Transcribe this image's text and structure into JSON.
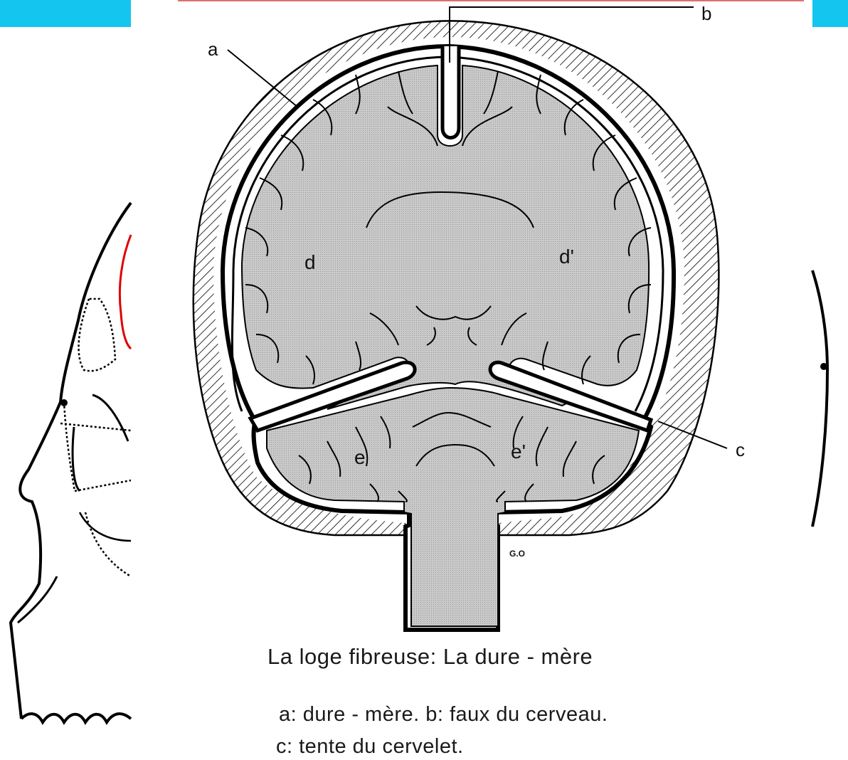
{
  "diagram": {
    "labels": {
      "a": "a",
      "b": "b",
      "c": "c",
      "d": "d",
      "d_prime": "d'",
      "e": "e",
      "e_prime": "e'",
      "signature": "G.O"
    },
    "caption": {
      "title": "La loge fibreuse: La dure - mère",
      "line1": "a: dure - mère.  b: faux du cerveau.",
      "line2": "c: tente du cervelet."
    },
    "colors": {
      "accent_bar": "#14c6ef",
      "brain_fill": "#c6c6c6",
      "outline": "#000000",
      "top_rule": "#e07070",
      "skull_red": "#e00000"
    }
  }
}
